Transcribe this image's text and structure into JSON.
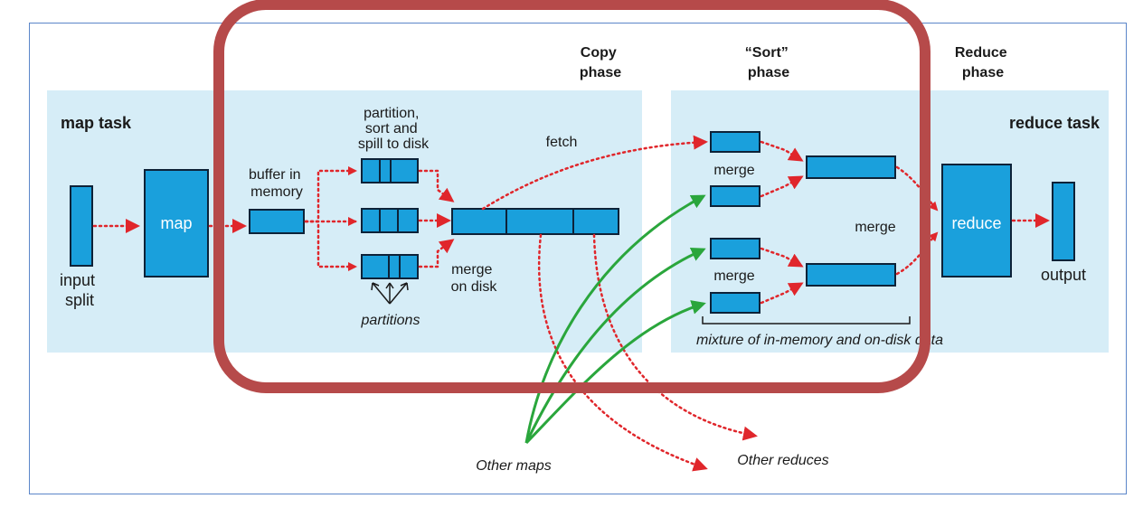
{
  "phases": {
    "copy": [
      "Copy",
      "phase"
    ],
    "sort": [
      "“Sort”",
      "phase"
    ],
    "reduce": [
      "Reduce",
      "phase"
    ]
  },
  "map_task": {
    "title": "map task",
    "input_split": [
      "input",
      "split"
    ],
    "map_box": "map",
    "buffer": [
      "buffer in",
      "memory"
    ],
    "spill": [
      "partition,",
      "sort and",
      "spill to disk"
    ],
    "partitions": "partitions",
    "merge_on_disk": [
      "merge",
      "on disk"
    ]
  },
  "copy": {
    "fetch": "fetch"
  },
  "reduce_task": {
    "title": "reduce task",
    "merge_top": "merge",
    "merge_bottom": "merge",
    "merge_mid": "merge",
    "reduce_box": "reduce",
    "output": "output",
    "mixture": "mixture of in-memory and on-disk data"
  },
  "external": {
    "other_maps": "Other maps",
    "other_reduces": "Other reduces"
  },
  "colors": {
    "panel": "#d6edf7",
    "box": "#1aa0dc",
    "box_border": "#0d2238",
    "data_arrow": "#e0262b",
    "fetch_arrow": "#2aa63c",
    "highlight": "#b64a4a",
    "frame": "#5b86c9"
  }
}
